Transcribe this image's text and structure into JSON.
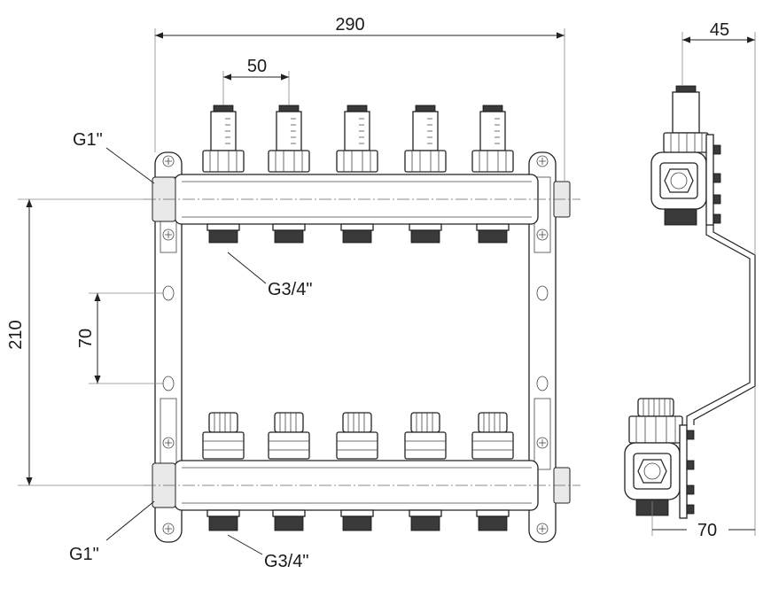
{
  "dimensions": {
    "overall_width": "290",
    "flowmeter_spacing": "50",
    "side_depth_top": "45",
    "bar_spacing": "210",
    "bracket_hole_spacing": "70",
    "side_depth_bottom": "70"
  },
  "callouts": {
    "main_thread_top": "G1\"",
    "outlet_thread_top": "G3/4\"",
    "main_thread_bottom": "G1\"",
    "outlet_thread_bottom": "G3/4\""
  }
}
